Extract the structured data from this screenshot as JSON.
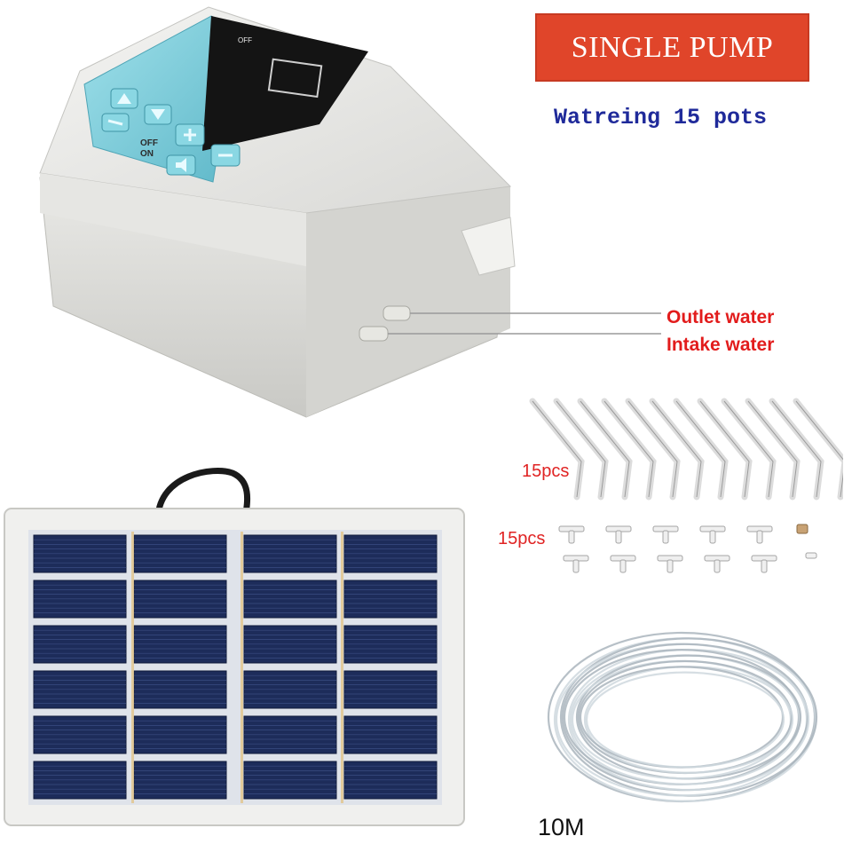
{
  "banner": {
    "text": "SINGLE PUMP"
  },
  "subtitle": {
    "text": "Watreing 15 pots"
  },
  "pump": {
    "off_label": "OFF",
    "onoff_label": "OFF",
    "on_label": "ON"
  },
  "ports": {
    "outlet": "Outlet water",
    "intake": "Intake water"
  },
  "fittings": {
    "elbow_qty": "15pcs",
    "tee_qty": "15pcs"
  },
  "tubing": {
    "length": "10M"
  },
  "colors": {
    "banner": "#e0452a",
    "subtitle": "#1f2a9a",
    "label_red": "#e21c1c",
    "panel_cell": "#1d2c5a",
    "keypad": "#7fd1df"
  },
  "icons": [
    "up-arrow-icon",
    "down-arrow-icon",
    "plus-icon",
    "minus-icon",
    "power-icon",
    "sound-icon"
  ]
}
